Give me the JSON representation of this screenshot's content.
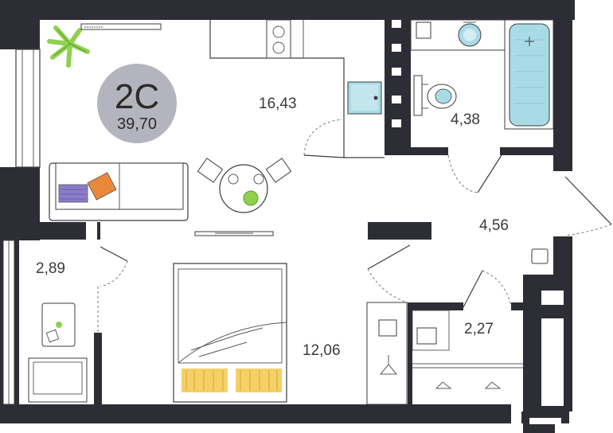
{
  "badge": {
    "code": "2С",
    "area": "39,70",
    "color": "#b4b4be"
  },
  "rooms": {
    "kitchen_living": "16,43",
    "bathroom": "4,38",
    "hallway": "4,56",
    "balcony": "2,89",
    "bedroom": "12,06",
    "wardrobe": "2,27"
  },
  "colors": {
    "wall": "#2d2d35",
    "bath_water": "#a9dbe6",
    "plant": "#8fd14f",
    "pillow_purple": "#8a7dc8",
    "pillow_orange": "#e9873a",
    "bed_yellow": "#f2c94c"
  },
  "icons": [
    "plant-icon",
    "sofa-icon",
    "dining-table-icon",
    "stove-icon",
    "sink-icon",
    "toilet-icon",
    "bathtub-icon",
    "bed-icon",
    "tv-icon",
    "hanger-icon",
    "washing-machine-icon"
  ]
}
